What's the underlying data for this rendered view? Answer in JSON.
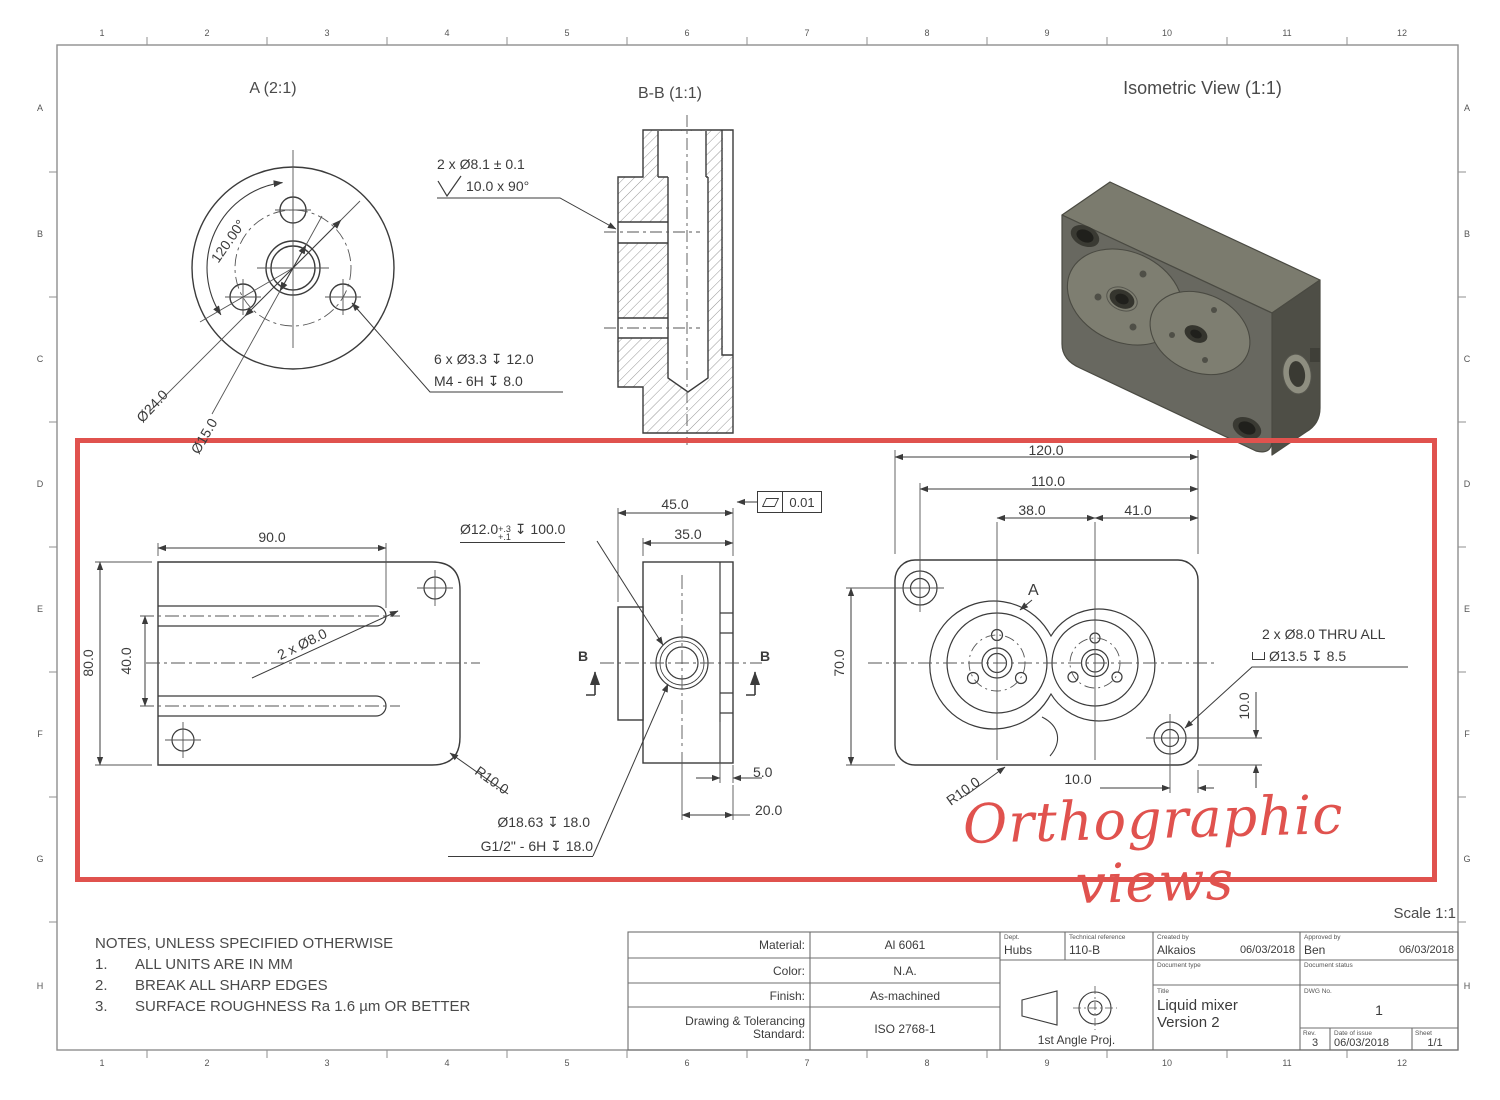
{
  "sheet": {
    "grid_columns": [
      "1",
      "2",
      "3",
      "4",
      "5",
      "6",
      "7",
      "8",
      "9",
      "10",
      "11",
      "12"
    ],
    "grid_rows": [
      "A",
      "B",
      "C",
      "D",
      "E",
      "F",
      "G",
      "H"
    ],
    "scale_label": "Scale 1:1"
  },
  "annotation": {
    "label": "Orthographic views"
  },
  "colors": {
    "highlight": "#e0524e",
    "line": "#3b3b3b"
  },
  "views": {
    "detail_a": {
      "title": "A (2:1)",
      "dim_angle": "120.00°",
      "dim_d24": "Ø24.0",
      "dim_d15": "Ø15.0",
      "callout_csk_line1": "2 x Ø8.1 ± 0.1",
      "callout_csk_line2": "10.0 x 90°",
      "callout_tap_line1": "6 x Ø3.3 ↧ 12.0",
      "callout_tap_line2": "M4 - 6H ↧ 8.0"
    },
    "section_b": {
      "title": "B-B (1:1)"
    },
    "isometric": {
      "title": "Isometric View (1:1)"
    },
    "front": {
      "dim_width": "90.0",
      "dim_height": "80.0",
      "dim_slot": "40.0",
      "callout_holes": "2 x Ø8.0",
      "fillet": "R10.0"
    },
    "side": {
      "dim_width": "45.0",
      "dim_width2": "35.0",
      "dim_step": "5.0",
      "dim_offset": "20.0",
      "bore_dia": "Ø12.0",
      "bore_tol_hi": "+.3",
      "bore_tol_lo": "+.1",
      "bore_depth": "↧ 100.0",
      "flatness": "0.01",
      "section_mark_left": "B",
      "section_mark_right": "B",
      "port_line1": "Ø18.63 ↧ 18.0",
      "port_line2": "G1/2\" - 6H ↧ 18.0"
    },
    "top": {
      "dim_120": "120.0",
      "dim_110": "110.0",
      "dim_38": "38.0",
      "dim_41": "41.0",
      "dim_70": "70.0",
      "dim_10_vert": "10.0",
      "dim_10_horiz": "10.0",
      "detail_mark": "A",
      "fillet": "R10.0",
      "callout_thru": "2 x Ø8.0 THRU ALL",
      "callout_cbore": "Ø13.5 ↧ 8.5"
    }
  },
  "notes": {
    "heading": "NOTES, UNLESS SPECIFIED OTHERWISE",
    "items": [
      {
        "num": "1.",
        "text": "ALL UNITS ARE IN MM"
      },
      {
        "num": "2.",
        "text": "BREAK ALL SHARP EDGES"
      },
      {
        "num": "3.",
        "text": "SURFACE ROUGHNESS Ra 1.6 µm OR BETTER"
      }
    ]
  },
  "title_block": {
    "material_label": "Material:",
    "material": "Al 6061",
    "color_label": "Color:",
    "color": "N.A.",
    "finish_label": "Finish:",
    "finish": "As-machined",
    "standard_label_1": "Drawing & Tolerancing",
    "standard_label_2": "Standard:",
    "standard": "ISO 2768-1",
    "dept_label": "Dept.",
    "dept": "Hubs",
    "techref_label": "Technical reference",
    "techref": "110-B",
    "created_label": "Created by",
    "created_by": "Alkaios",
    "created_date": "06/03/2018",
    "approved_label": "Approved by",
    "approved_by": "Ben",
    "approved_date": "06/03/2018",
    "doctype_label": "Document type",
    "docstatus_label": "Document status",
    "title_label": "Title",
    "title_line1": "Liquid mixer",
    "title_line2": "Version 2",
    "dwg_label": "DWG No.",
    "dwg_no": "1",
    "rev_label": "Rev.",
    "rev": "3",
    "issue_label": "Date of issue",
    "issue_date": "06/03/2018",
    "sheet_label": "Sheet",
    "sheet": "1/1",
    "projection": "1st Angle Proj."
  }
}
